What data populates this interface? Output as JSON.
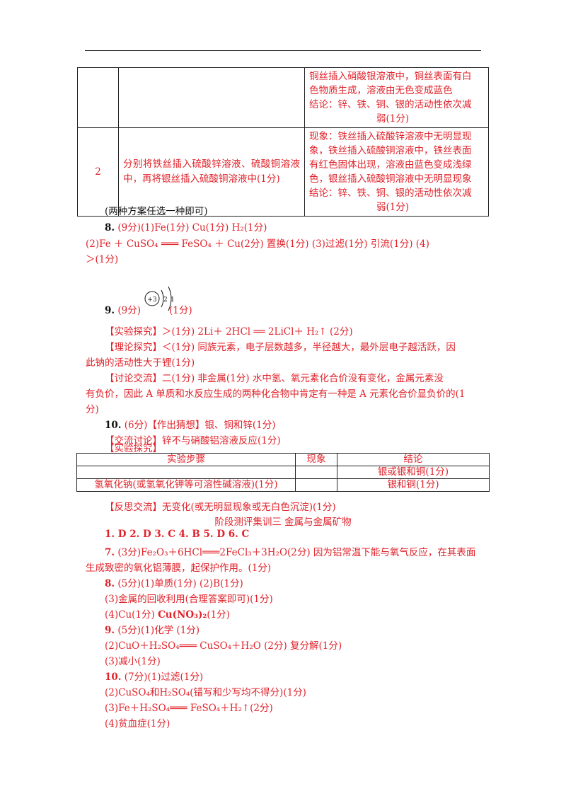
{
  "top_table": {
    "row1": {
      "index": "",
      "method": "",
      "result_lines": [
        "铜丝插入硝酸银溶液中，铜丝表面有白",
        "色物质生成，溶液由无色变成蓝色",
        "结论：锌、铁、铜、银的活动性依次减",
        "弱(1分)"
      ]
    },
    "row2": {
      "index": "2",
      "method": "分别将铁丝插入硫酸锌溶液、硫酸铜溶液中，再将银丝插入硫酸铜溶液中(1分)",
      "result_lines": [
        "现象：铁丝插入硫酸锌溶液中无明显现",
        "象，铁丝插入硫酸铜溶液中，铁丝表面",
        "有红色固体出现，溶液由蓝色变成浅绿",
        "色，银丝插入硫酸铜溶液中无明显现象",
        "结论：锌、铁、铜、银的活动性依次减",
        "弱(1分)"
      ]
    }
  },
  "lines": {
    "l1": "(两种方案任选一种即可)",
    "q8_num": "8.",
    "q8_a": " (9分)(1)Fe(1分)   Cu(1分)   H₂(1分)",
    "q8_b": "(2)Fe ＋ CuSO₄ ═══ FeSO₄ ＋ Cu(2分)   置换(1分)   (3)过滤(1分)   引流(1分)   (4)",
    "q8_c": "＞(1分)",
    "q9_num": "9.",
    "q9_a": " (9分)",
    "q9_b": "(1分)",
    "atom_nucleus": "+3",
    "atom_e1": "2",
    "atom_e2": "1",
    "q9_c": "【实验探究】＞(1分)   2Li＋ 2HCl ══  2LiCl＋ H₂↑ (2分)",
    "q9_d1": "【理论探究】＜(1分)   同族元素，电子层数越多，半径越大，最外层电子越活跃，因",
    "q9_d2": "此钠的活动性大于锂(1分)",
    "q9_e1": "【讨论交流】二(1分)   非金属(1分)   水中氢、氧元素化合价没有变化，金属元素没",
    "q9_e2": "有负价，因此 A 单质和水反应生成的两种化合物中肯定有一种是 A 元素化合价显负价的(1",
    "q9_e3": "分)",
    "q10_num": "10.",
    "q10_a": " (6分)【作出猜想】银、铜和锌(1分)",
    "q10_b": "【交流讨论】锌不与硝酸铝溶液反应(1分)",
    "q10_c": "【实验探究】"
  },
  "exp_table": {
    "headers": [
      "实验步骤",
      "现象",
      "结论"
    ],
    "rows": [
      [
        "",
        "",
        "银或银和铜(1分)"
      ],
      [
        "氢氧化钠(或氢氧化钾等可溶性碱溶液)(1分)",
        "",
        "银和铜(1分)"
      ]
    ]
  },
  "lines2": {
    "reflect": "【反思交流】无变化(或无明显现象或无白色沉淀)(1分)",
    "section_title": "阶段测评集训三   金属与金属矿物",
    "mc": "1. D   2. D   3. C     4. B   5. D   6. C",
    "q7_num": "7.",
    "q7_a": " (3分)Fe₂O₃＋6HCl═══2FeCl₃＋3H₂O(2分)   因为铝常温下能与氧气反应，在其表面",
    "q7_b": "生成致密的氧化铝薄膜，起保护作用。(1分)",
    "q8_num": "8.",
    "q8_a": " (5分)(1)单质(1分)   (2)B(1分)",
    "q8_b": "(3)金属的回收利用(合理答案即可)(1分)",
    "q8_c1": "(4)Cu(1分)     ",
    "q8_c2": "Cu(NO₃)₂",
    "q8_c3": "(1分)",
    "q9_num": "9.",
    "q9_a": " (5分)(1)化学 (1分)",
    "q9_b": "(2)CuO＋H₂SO₄═══ CuSO₄＋H₂O (2分)    复分解(1分)",
    "q9_c": "(3)减小(1分)",
    "q10_num": "10.",
    "q10_a": " (7分)(1)过滤(1分)",
    "q10_b": "(2)CuSO₄和H₂SO₄(错写和少写均不得分)(1分)",
    "q10_c": "(3)Fe＋H₂SO₄═══ FeSO₄＋H₂↑(2分)",
    "q10_d": "(4)贫血症(1分)"
  }
}
